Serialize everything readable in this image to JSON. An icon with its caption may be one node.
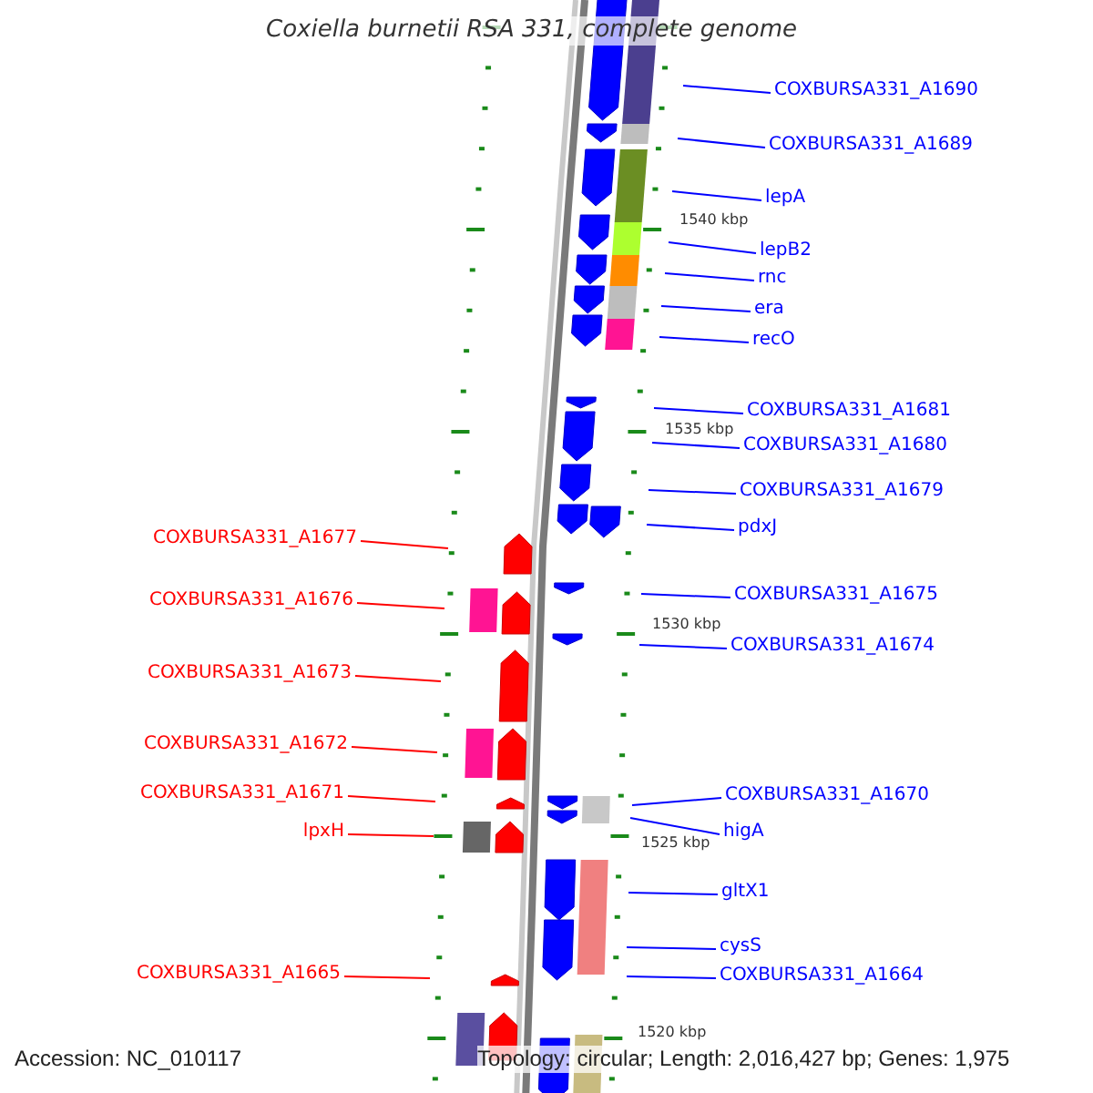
{
  "diagram": {
    "title": "Coxiella burnetii RSA 331, complete genome",
    "nodes": [
      {
        "text": [
          "COXBURSA331_A1690"
        ]
      },
      {
        "text": [
          "COXBURSA331_A1689"
        ]
      },
      {
        "text": [
          "lepA"
        ]
      },
      {
        "text": [
          "lepB2"
        ]
      },
      {
        "text": [
          "rnc"
        ]
      },
      {
        "text": [
          "era"
        ]
      },
      {
        "text": [
          "recO"
        ]
      },
      {
        "text": [
          "COXBURSA331_A1681"
        ]
      },
      {
        "text": [
          "COXBURSA331_A1680"
        ]
      },
      {
        "text": [
          "COXBURSA331_A1679"
        ]
      },
      {
        "text": [
          "pdxJ"
        ]
      },
      {
        "text": [
          "COXBURSA331_A1675"
        ]
      },
      {
        "text": [
          "COXBURSA331_A1674"
        ]
      },
      {
        "text": [
          "COXBURSA331_A1670"
        ]
      },
      {
        "text": [
          "higA"
        ]
      },
      {
        "text": [
          "gltX1"
        ]
      },
      {
        "text": [
          "cysS"
        ]
      },
      {
        "text": [
          "COXBURSA331_A1664"
        ]
      },
      {
        "text": [
          "COXBURSA331_A1677"
        ]
      },
      {
        "text": [
          "COXBURSA331_A1676"
        ]
      },
      {
        "text": [
          "COXBURSA331_A1673"
        ]
      },
      {
        "text": [
          "COXBURSA331_A1672"
        ]
      },
      {
        "text": [
          "COXBURSA331_A1671"
        ]
      },
      {
        "text": [
          "lpxH"
        ]
      },
      {
        "text": [
          "COXBURSA331_A1665"
        ]
      }
    ],
    "edges": [
      {
        "from": 0,
        "to": null,
        "arrow": "none"
      },
      {
        "from": 1,
        "to": null,
        "arrow": "none"
      },
      {
        "from": 2,
        "to": null,
        "arrow": "none"
      },
      {
        "from": 3,
        "to": null,
        "arrow": "none"
      },
      {
        "from": 4,
        "to": null,
        "arrow": "none"
      },
      {
        "from": 5,
        "to": null,
        "arrow": "none"
      },
      {
        "from": 6,
        "to": null,
        "arrow": "none"
      },
      {
        "from": 7,
        "to": null,
        "arrow": "none"
      },
      {
        "from": 8,
        "to": null,
        "arrow": "none"
      },
      {
        "from": 9,
        "to": null,
        "arrow": "none"
      },
      {
        "from": 10,
        "to": null,
        "arrow": "none"
      },
      {
        "from": 11,
        "to": null,
        "arrow": "none"
      },
      {
        "from": 12,
        "to": null,
        "arrow": "none"
      },
      {
        "from": 13,
        "to": null,
        "arrow": "none"
      },
      {
        "from": 14,
        "to": null,
        "arrow": "none"
      },
      {
        "from": 15,
        "to": null,
        "arrow": "none"
      },
      {
        "from": 16,
        "to": null,
        "arrow": "none"
      },
      {
        "from": 17,
        "to": null,
        "arrow": "none"
      },
      {
        "from": 18,
        "to": null,
        "arrow": "none",
        "color": "#ff0000"
      },
      {
        "from": 19,
        "to": null,
        "arrow": "none",
        "color": "#ff0000"
      },
      {
        "from": 20,
        "to": null,
        "arrow": "none",
        "color": "#ff0000"
      },
      {
        "from": 21,
        "to": null,
        "arrow": "none",
        "color": "#ff0000"
      },
      {
        "from": 22,
        "to": null,
        "arrow": "none",
        "color": "#ff0000"
      },
      {
        "from": 23,
        "to": null,
        "arrow": "none",
        "color": "#ff0000"
      },
      {
        "from": 24,
        "to": null,
        "arrow": "none",
        "color": "#ff0000"
      }
    ],
    "labels": [
      "1540 kbp",
      "1535 kbp",
      "1530 kbp",
      "1525 kbp",
      "1520 kbp",
      "Accession: NC_010117",
      "Topology: circular; Length: 2,016,427 bp; Genes: 1,975"
    ]
  }
}
